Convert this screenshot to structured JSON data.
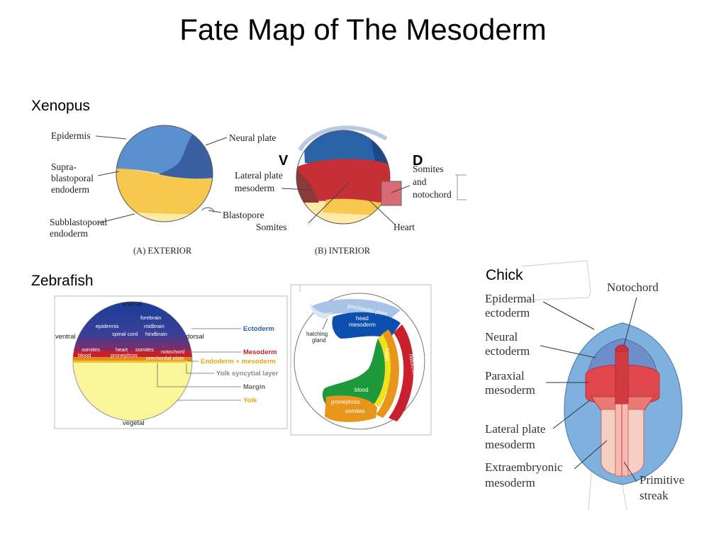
{
  "title": "Fate Map of The Mesoderm",
  "sections": {
    "xenopus": "Xenopus",
    "zebrafish": "Zebrafish",
    "chick": "Chick"
  },
  "colors": {
    "ectoderm_blue": "#3b6fae",
    "endoderm_yellow": "#f6c84e",
    "light_yellow": "#fde9a8",
    "mesoderm_red": "#c8323a",
    "yolk": "#fbf59a",
    "chick_outer": "#7fb1df",
    "chick_red": "#e0474c",
    "chick_pink": "#f6cfc3"
  },
  "xenopus": {
    "exterior": {
      "caption": "(A)  EXTERIOR",
      "labels": {
        "epidermis": "Epidermis",
        "neural_plate": "Neural plate",
        "supra1": "Supra-",
        "supra2": "blastoporal",
        "supra3": "endoderm",
        "blastopore": "Blastopore",
        "sub1": "Subblastoporal",
        "sub2": "endoderm"
      }
    },
    "interior": {
      "caption": "(B)  INTERIOR",
      "v": "V",
      "d": "D",
      "labels": {
        "lat1": "Lateral plate",
        "lat2": "mesoderm",
        "somites": "Somites",
        "heart": "Heart",
        "sn1": "Somites",
        "sn2": "and",
        "sn3": "notochord"
      }
    }
  },
  "zebrafish": {
    "embryo": {
      "animal": "animal",
      "vegetal": "vegetal",
      "ventral": "ventral",
      "dorsal": "dorsal",
      "forebrain": "forebrain",
      "epidermis": "epidermis",
      "midbrain": "midbrain",
      "spinal_cord": "spinal cord",
      "hindbrain": "hindbrain",
      "somites1": "somites",
      "heart": "heart",
      "somites2": "somites",
      "notochord": "notochord",
      "blood": "blood",
      "pronephros": "pronephros",
      "prechordal": "prechordal plate",
      "legend": {
        "ectoderm": "Ectoderm",
        "mesoderm": "Mesoderm",
        "endo_meso": "Endoderm + mesoderm",
        "ysl": "Yolk syncytial layer",
        "margin": "Margin",
        "yolk": "Yolk"
      }
    },
    "larva": {
      "prechordal": "prechordal plate",
      "head1": "head",
      "head2": "mesoderm",
      "hatch1": "hatching",
      "hatch2": "gland",
      "heart": "heart",
      "notochord": "notochord",
      "blood": "blood",
      "pronephros": "pronephros",
      "somites": "somites"
    }
  },
  "chick": {
    "labels": {
      "notochord": "Notochord",
      "epi1": "Epidermal",
      "epi2": "ectoderm",
      "neu1": "Neural",
      "neu2": "ectoderm",
      "par1": "Paraxial",
      "par2": "mesoderm",
      "lat1": "Lateral plate",
      "lat2": "mesoderm",
      "ext1": "Extraembryonic",
      "ext2": "mesoderm",
      "pri1": "Primitive",
      "pri2": "streak"
    }
  }
}
